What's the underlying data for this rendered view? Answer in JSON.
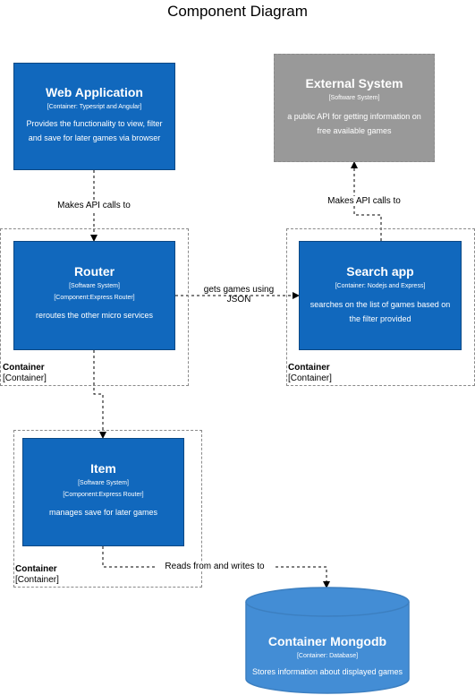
{
  "title": "Component Diagram",
  "boxes": {
    "web": {
      "name": "Web Application",
      "tech": "[Container: Typesript and Angular]",
      "desc": "Provides the functionality to view, filter and save for later games via browser"
    },
    "external": {
      "name": "External System",
      "tech": "[Software System]",
      "desc": "a public API for getting information on free available games"
    },
    "router": {
      "name": "Router",
      "tech": "[Software System]",
      "tech2": "[Component:Express Router]",
      "desc": "reroutes the other micro services"
    },
    "search": {
      "name": "Search app",
      "tech": "[Container: Nodejs and  Express]",
      "desc": "searches on the list of games based on the filter provided"
    },
    "item": {
      "name": "Item",
      "tech": "[Software System]",
      "tech2": "[Component:Express Router]",
      "desc": "manages save for later games"
    },
    "db": {
      "name": "Container Mongodb",
      "tech": "[Container: Database]",
      "desc": "Stores information about displayed games"
    }
  },
  "boundaries": {
    "router": {
      "name": "Container",
      "type": "[Container]"
    },
    "search": {
      "name": "Container",
      "type": "[Container]"
    },
    "item": {
      "name": "Container",
      "type": "[Container]"
    }
  },
  "edges": {
    "web_router": "Makes API calls to",
    "search_external": "Makes API calls to",
    "router_search": "gets games using JSON",
    "item_db": "Reads from and writes to"
  },
  "colors": {
    "component": "#1168bd",
    "external": "#999999",
    "database": "#438dd5",
    "boundary": "#8a8a8a"
  }
}
